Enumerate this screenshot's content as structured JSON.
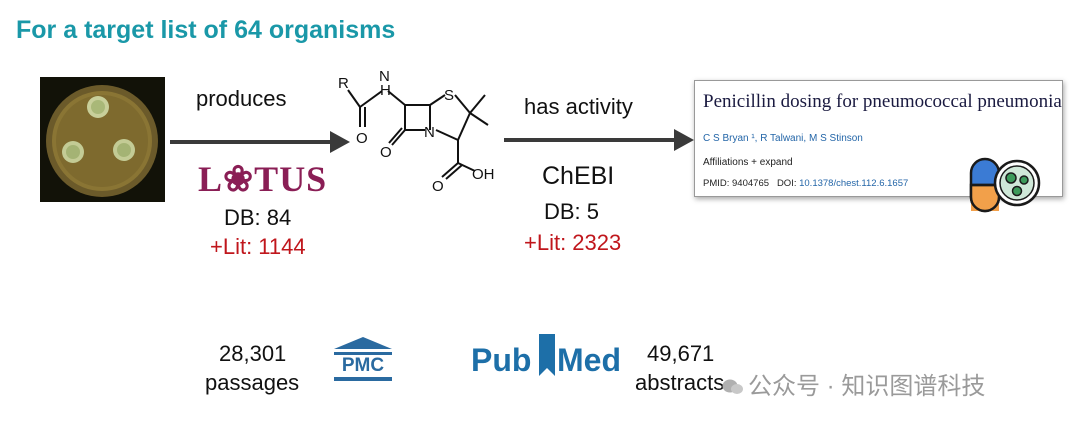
{
  "title": "For a target list of 64 organisms",
  "arrow1": {
    "label": "produces"
  },
  "arrow2": {
    "label": "has activity"
  },
  "lotus": {
    "logo_text": "L❀TUS",
    "db_label": "DB: 84",
    "lit_label": "+Lit: 1144"
  },
  "chebi": {
    "name": "ChEBI",
    "db_label": "DB: 5",
    "lit_label": "+Lit: 2323"
  },
  "molecule": {
    "atoms": [
      "R",
      "N",
      "H",
      "O",
      "S",
      "N",
      "O",
      "O",
      "OH"
    ]
  },
  "paper_card": {
    "title": "Penicillin dosing for pneumococcal pneumonia",
    "authors": "C S Bryan ¹, R Talwani, M S Stinson",
    "affiliations": "Affiliations + expand",
    "pmid": "PMID: 9404765",
    "doi_prefix": "DOI: ",
    "doi": "10.1378/chest.112.6.1657"
  },
  "pmc": {
    "count": "28,301",
    "unit": "passages",
    "logo_text": "PMC"
  },
  "pubmed": {
    "logo_pub": "Pub",
    "logo_med": "Med",
    "count": "49,671",
    "unit": "abstracts"
  },
  "watermark": "公众号 · 知识图谱科技",
  "colors": {
    "title": "#1a98a8",
    "red": "#c0161c",
    "lotus": "#8a1e55",
    "pubmed": "#1d6fa8",
    "pmc": "#2a6aa0"
  }
}
